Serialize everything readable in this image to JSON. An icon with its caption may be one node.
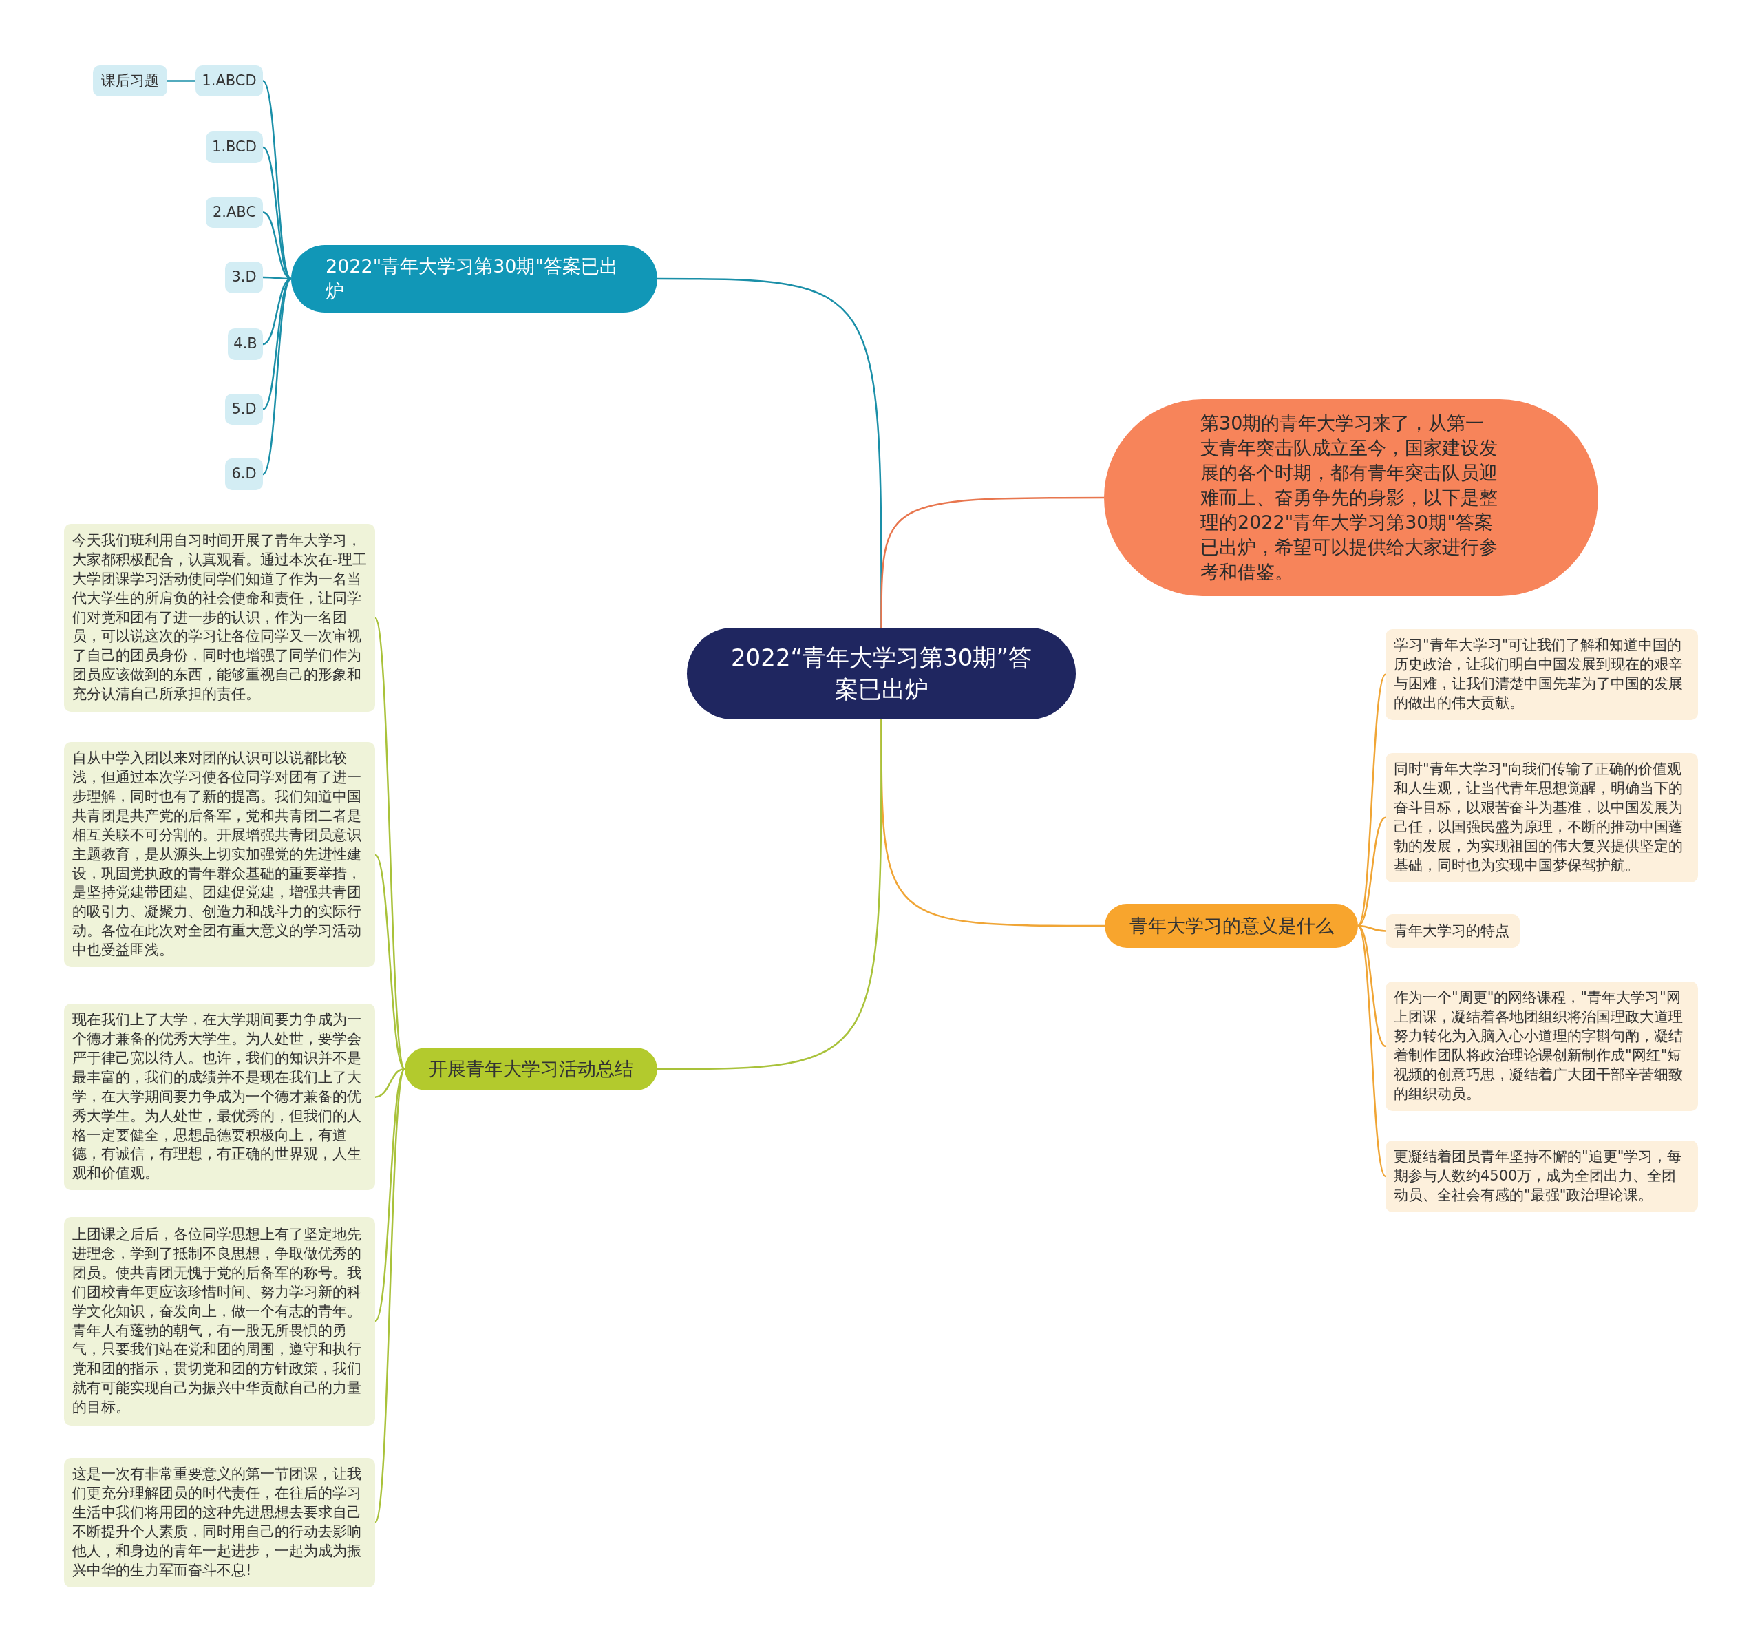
{
  "diagram": {
    "nodes": [
      {
        "text": [
          "2022“青年大学习第30期”答案已出炉"
        ]
      },
      {
        "text": [
          "2022\"青年大学习第30期\"答案已出炉"
        ]
      },
      {
        "text": [
          "1.ABCD"
        ]
      },
      {
        "text": [
          "课后习题"
        ]
      },
      {
        "text": [
          "1.BCD"
        ]
      },
      {
        "text": [
          "2.ABC"
        ]
      },
      {
        "text": [
          "3.D"
        ]
      },
      {
        "text": [
          "4.B"
        ]
      },
      {
        "text": [
          "5.D"
        ]
      },
      {
        "text": [
          "6.D"
        ]
      },
      {
        "text": [
          "第30期的青年大学习来了，从第一支青年突击队成立至今，国家建设发展的各个时期，都有青年突击队员迎难而上、奋勇争先的身影，以下是整理的2022\"青年大学习第30期\"答案已出炉，希望可以提供给大家进行参考和借鉴。"
        ]
      },
      {
        "text": [
          "青年大学习的意义是什么"
        ]
      },
      {
        "text": [
          "学习\"青年大学习\"可让我们了解和知道中国的历史政治，让我们明白中国发展到现在的艰辛与困难，让我们清楚中国先辈为了中国的发展的做出的伟大贡献。"
        ]
      },
      {
        "text": [
          "同时\"青年大学习\"向我们传输了正确的价值观和人生观，让当代青年思想觉醒，明确当下的奋斗目标，以艰苦奋斗为基准，以中国发展为己任，以国强民盛为原理，不断的推动中国蓬勃的发展，为实现祖国的伟大复兴提供坚定的基础，同时也为实现中国梦保驾护航。"
        ]
      },
      {
        "text": [
          "青年大学习的特点"
        ]
      },
      {
        "text": [
          "作为一个\"周更\"的网络课程，\"青年大学习\"网上团课，凝结着各地团组织将治国理政大道理努力转化为入脑入心小道理的字斟句酌，凝结着制作团队将政治理论课创新制作成\"网红\"短视频的创意巧思，凝结着广大团干部辛苦细致的组织动员。"
        ]
      },
      {
        "text": [
          "更凝结着团员青年坚持不懈的\"追更\"学习，每期参与人数约4500万，成为全团出力、全团动员、全社会有感的\"最强\"政治理论课。"
        ]
      },
      {
        "text": [
          "开展青年大学习活动总结"
        ]
      },
      {
        "text": [
          "今天我们班利用自习时间开展了青年大学习，大家都积极配合，认真观看。通过本次在-理工大学团课学习活动使同学们知道了作为一名当代大学生的所肩负的社会使命和责任，让同学们对党和团有了进一步的认识，作为一名团员，可以说这次的学习让各位同学又一次审视了自己的团员身份，同时也增强了同学们作为团员应该做到的东西，能够重视自己的形象和充分认清自己所承担的责任。"
        ]
      },
      {
        "text": [
          "自从中学入团以来对团的认识可以说都比较浅，但通过本次学习使各位同学对团有了进一步理解，同时也有了新的提高。我们知道中国共青团是共产党的后备军，党和共青团二者是相互关联不可分割的。开展增强共青团员意识主题教育，是从源头上切实加强党的先进性建设，巩固党执政的青年群众基础的重要举措，是坚持党建带团建、团建促党建，增强共青团的吸引力、凝聚力、创造力和战斗力的实际行动。各位在此次对全团有重大意义的学习活动中也受益匪浅。"
        ]
      },
      {
        "text": [
          "现在我们上了大学，在大学期间要力争成为一个德才兼备的优秀大学生。为人处世，要学会严于律己宽以待人。也许，我们的知识并不是最丰富的，我们的成绩并不是现在我们上了大学，在大学期间要力争成为一个德才兼备的优秀大学生。为人处世，最优秀的，但我们的人格一定要健全，思想品德要积极向上，有道德，有诚信，有理想，有正确的世界观，人生观和价值观。"
        ]
      },
      {
        "text": [
          "上团课之后后，各位同学思想上有了坚定地先进理念，学到了抵制不良思想，争取做优秀的团员。使共青团无愧于党的后备军的称号。我们团校青年更应该珍惜时间、努力学习新的科学文化知识，奋发向上，做一个有志的青年。青年人有蓬勃的朝气，有一股无所畏惧的勇气，只要我们站在党和团的周围，遵守和执行党和团的指示，贯切党和团的方针政策，我们就有可能实现自己为振兴中华贡献自己的力量的目标。"
        ]
      },
      {
        "text": [
          "这是一次有非常重要意义的第一节团课，让我们更充分理解团员的时代责任，在往后的学习生活中我们将用团的这种先进思想去要求自己不断提升个人素质，同时用自己的行动去影响他人，和身边的青年一起进步，一起为成为振兴中华的生力军而奋斗不息!"
        ]
      }
    ],
    "edges": [
      {
        "from": 0,
        "to": 1,
        "arrow": "none",
        "color": "#1a8fa8"
      },
      {
        "from": 1,
        "to": 2,
        "arrow": "none",
        "color": "#1a8fa8"
      },
      {
        "from": 2,
        "to": 3,
        "arrow": "none",
        "color": "#1a8fa8"
      },
      {
        "from": 1,
        "to": 4,
        "arrow": "none",
        "color": "#1a8fa8"
      },
      {
        "from": 1,
        "to": 5,
        "arrow": "none",
        "color": "#1a8fa8"
      },
      {
        "from": 1,
        "to": 6,
        "arrow": "none",
        "color": "#1a8fa8"
      },
      {
        "from": 1,
        "to": 7,
        "arrow": "none",
        "color": "#1a8fa8"
      },
      {
        "from": 1,
        "to": 8,
        "arrow": "none",
        "color": "#1a8fa8"
      },
      {
        "from": 1,
        "to": 9,
        "arrow": "none",
        "color": "#1a8fa8"
      },
      {
        "from": 0,
        "to": 10,
        "arrow": "none",
        "color": "#e8764e"
      },
      {
        "from": 0,
        "to": 11,
        "arrow": "none",
        "color": "#f0a535"
      },
      {
        "from": 11,
        "to": 12,
        "arrow": "none",
        "color": "#f0a535"
      },
      {
        "from": 11,
        "to": 13,
        "arrow": "none",
        "color": "#f0a535"
      },
      {
        "from": 11,
        "to": 14,
        "arrow": "none",
        "color": "#f0a535"
      },
      {
        "from": 11,
        "to": 15,
        "arrow": "none",
        "color": "#f0a535"
      },
      {
        "from": 11,
        "to": 16,
        "arrow": "none",
        "color": "#f0a535"
      },
      {
        "from": 0,
        "to": 17,
        "arrow": "none",
        "color": "#a9c23a"
      },
      {
        "from": 17,
        "to": 18,
        "arrow": "none",
        "color": "#a9c23a"
      },
      {
        "from": 17,
        "to": 19,
        "arrow": "none",
        "color": "#a9c23a"
      },
      {
        "from": 17,
        "to": 20,
        "arrow": "none",
        "color": "#a9c23a"
      },
      {
        "from": 17,
        "to": 21,
        "arrow": "none",
        "color": "#a9c23a"
      },
      {
        "from": 17,
        "to": 22,
        "arrow": "none",
        "color": "#a9c23a"
      }
    ]
  }
}
